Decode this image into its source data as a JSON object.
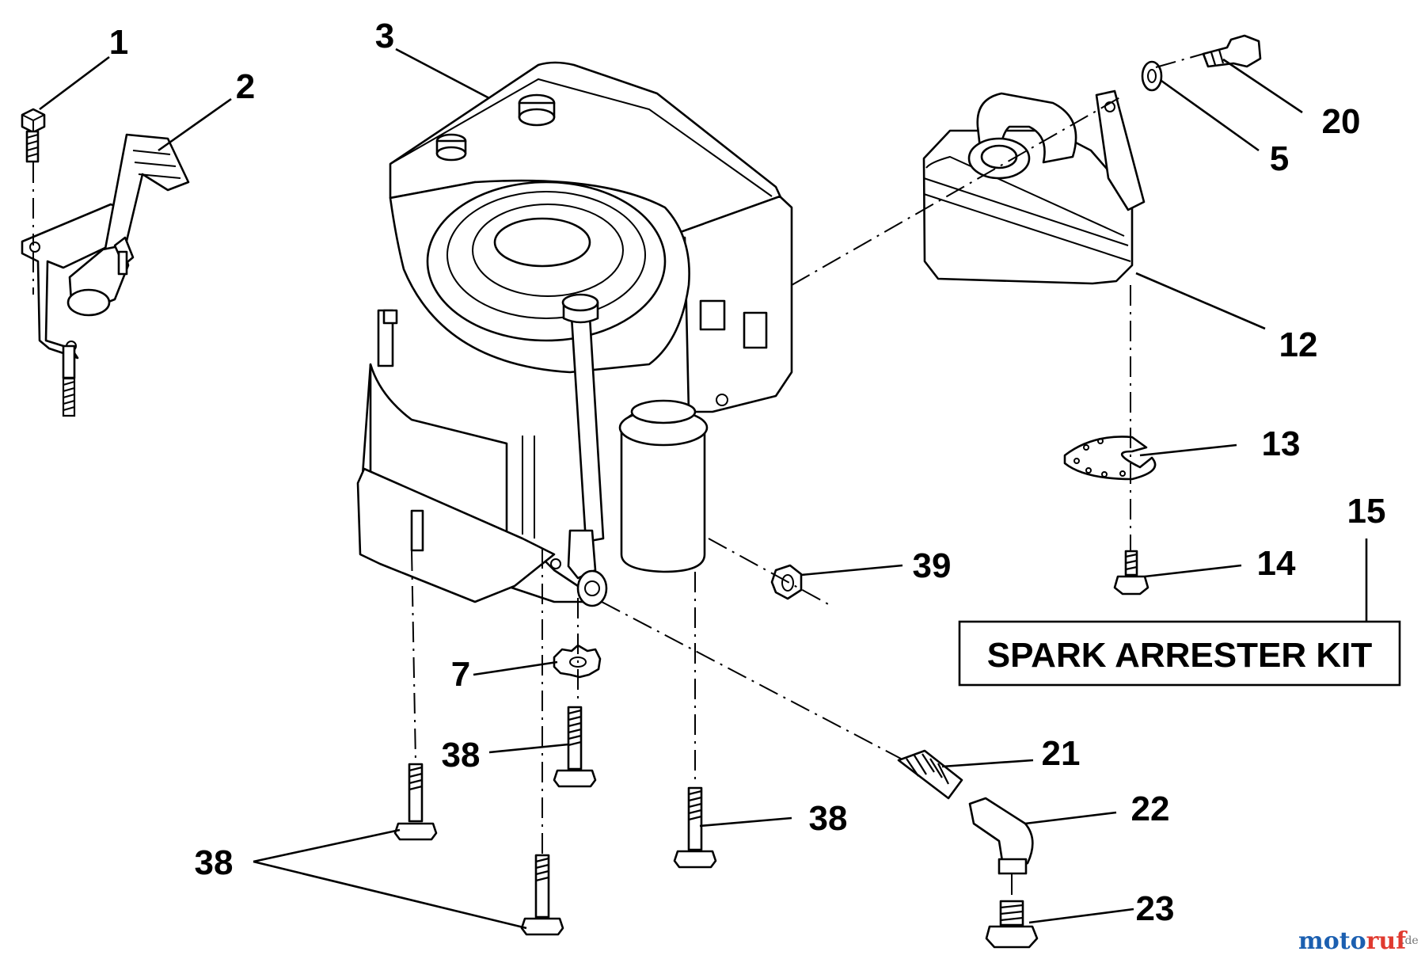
{
  "callouts": [
    {
      "id": "c1",
      "text": "1"
    },
    {
      "id": "c2",
      "text": "2"
    },
    {
      "id": "c3",
      "text": "3"
    },
    {
      "id": "c20",
      "text": "20"
    },
    {
      "id": "c5",
      "text": "5"
    },
    {
      "id": "c12",
      "text": "12"
    },
    {
      "id": "c13",
      "text": "13"
    },
    {
      "id": "c15",
      "text": "15"
    },
    {
      "id": "c14",
      "text": "14"
    },
    {
      "id": "c39",
      "text": "39"
    },
    {
      "id": "c7",
      "text": "7"
    },
    {
      "id": "c38a",
      "text": "38"
    },
    {
      "id": "c38b",
      "text": "38"
    },
    {
      "id": "c38c",
      "text": "38"
    },
    {
      "id": "c21",
      "text": "21"
    },
    {
      "id": "c22",
      "text": "22"
    },
    {
      "id": "c23",
      "text": "23"
    }
  ],
  "kit_label": "SPARK ARRESTER KIT",
  "watermark": {
    "brand_a": "moto",
    "brand_b": "ruf",
    "suffix": ".de",
    "colors": [
      "#1b5fb0",
      "#e03a2f",
      "#f2b705",
      "#2b9a3b"
    ]
  }
}
